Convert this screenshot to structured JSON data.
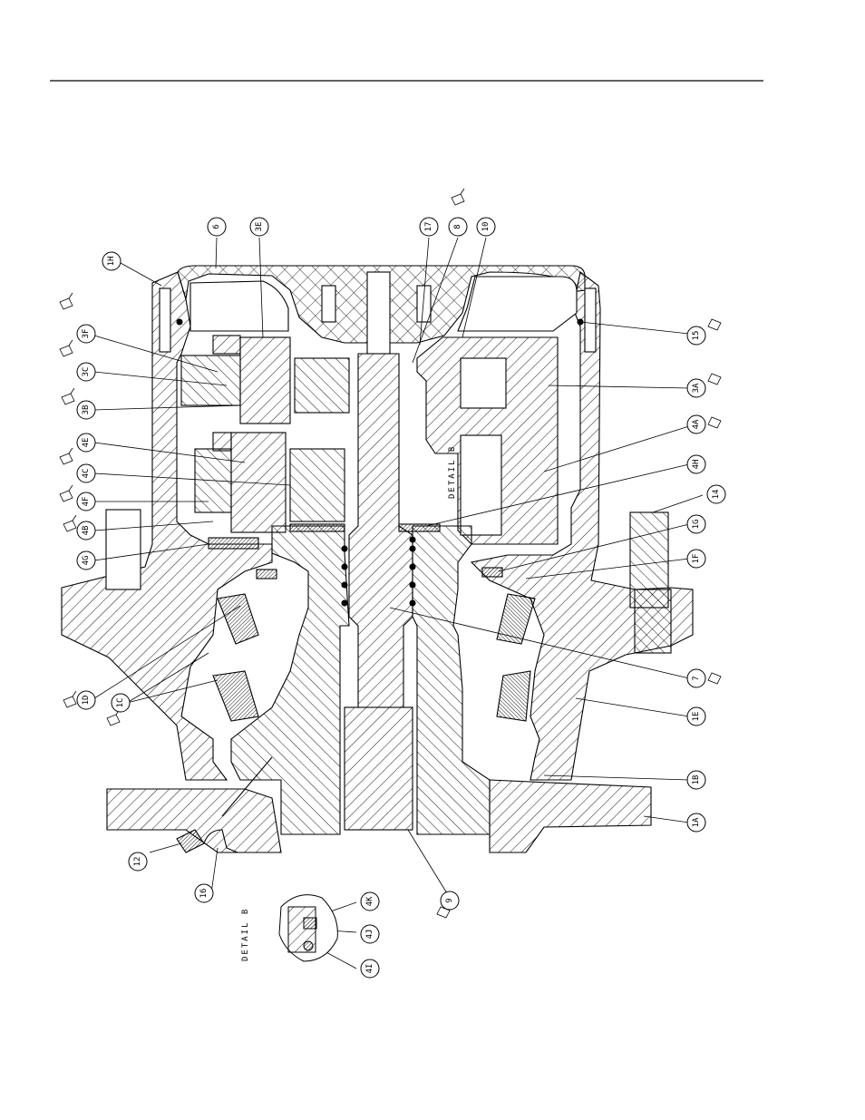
{
  "callouts": [
    {
      "id": "c-1H",
      "text": "1H"
    },
    {
      "id": "c-6",
      "text": "6"
    },
    {
      "id": "c-3E",
      "text": "3E"
    },
    {
      "id": "c-17",
      "text": "17"
    },
    {
      "id": "c-8",
      "text": "8"
    },
    {
      "id": "c-10",
      "text": "10"
    },
    {
      "id": "c-3F",
      "text": "3F"
    },
    {
      "id": "c-3C",
      "text": "3C"
    },
    {
      "id": "c-3B",
      "text": "3B"
    },
    {
      "id": "c-4E",
      "text": "4E"
    },
    {
      "id": "c-4C",
      "text": "4C"
    },
    {
      "id": "c-4F",
      "text": "4F"
    },
    {
      "id": "c-4B",
      "text": "4B"
    },
    {
      "id": "c-4G",
      "text": "4G"
    },
    {
      "id": "c-1D",
      "text": "1D"
    },
    {
      "id": "c-1C",
      "text": "1C"
    },
    {
      "id": "c-12",
      "text": "12"
    },
    {
      "id": "c-16",
      "text": "16"
    },
    {
      "id": "c-9",
      "text": "9"
    },
    {
      "id": "c-4K",
      "text": "4K"
    },
    {
      "id": "c-4J",
      "text": "4J"
    },
    {
      "id": "c-4I",
      "text": "4I"
    },
    {
      "id": "c-15",
      "text": "15"
    },
    {
      "id": "c-3A",
      "text": "3A"
    },
    {
      "id": "c-4A",
      "text": "4A"
    },
    {
      "id": "c-4H",
      "text": "4H"
    },
    {
      "id": "c-14",
      "text": "14"
    },
    {
      "id": "c-1G",
      "text": "1G"
    },
    {
      "id": "c-1F",
      "text": "1F"
    },
    {
      "id": "c-7",
      "text": "7"
    },
    {
      "id": "c-1E",
      "text": "1E"
    },
    {
      "id": "c-1B",
      "text": "1B"
    },
    {
      "id": "c-1A",
      "text": "1A"
    }
  ],
  "detail_label_inline": "DETAIL B",
  "detail_label_inset": "DETAIL B",
  "colors": {
    "ink": "#000000",
    "paper": "#ffffff"
  },
  "icons": [
    "lubricant-drop-icon"
  ]
}
